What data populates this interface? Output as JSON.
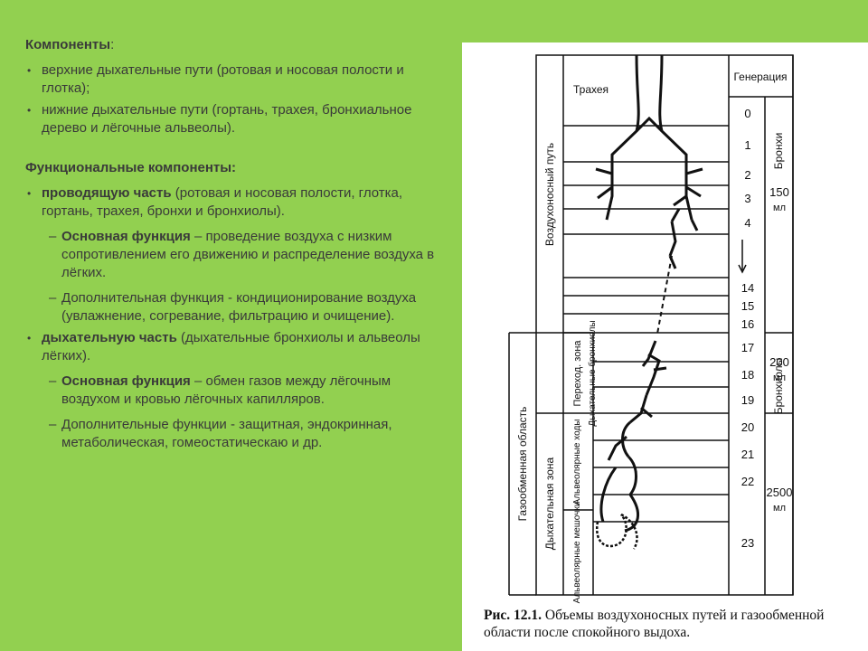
{
  "text": {
    "components_heading": "Компоненты",
    "components_colon": ":",
    "component_items": [
      "верхние дыхательные пути (ротовая и носовая полости и глотка);",
      "нижние дыхательные пути (гортань, трахея, бронхиальное дерево и лёгочные альвеолы)."
    ],
    "functional_heading": "Функциональные компоненты:",
    "conducting": {
      "title": "проводящую часть",
      "rest": " (ротовая и носовая полости, глотка, гортань, трахея, бронхи и бронхиолы).",
      "main_label": "Основная функция",
      "main_text": " – проведение воздуха с низким сопротивлением его движению и распределение воздуха в лёгких.",
      "extra_text": "Дополнительная функция - кондиционирование воздуха (увлажнение, согревание, фильтрацию и очищение)."
    },
    "respiratory": {
      "title": "дыхательную часть",
      "rest": " (дыхательные бронхиолы и альвеолы лёгких).",
      "main_label": "Основная функция",
      "main_text": " – обмен газов между лёгочным воздухом и кровью лёгочных капилляров.",
      "extra_text": "Дополнительные функции - защитная, эндокринная, метаболическая, гомеостатическаю и др."
    },
    "dash": "–"
  },
  "figure": {
    "trachea_label": "Трахея",
    "generation_header": "Генерация",
    "generations": [
      "0",
      "1",
      "2",
      "3",
      "4",
      "14",
      "15",
      "16",
      "17",
      "18",
      "19",
      "20",
      "21",
      "22",
      "23"
    ],
    "airway_label": "Воздухоносный путь",
    "gas_exchange_label": "Газообменная область",
    "transition_zone_label": "Переход. зона",
    "respiratory_zone_label": "Дыхательная зона",
    "resp_bronchioles_label": "Дыхательные бронхиолы",
    "alveolar_ducts_label": "Альвеолярные ходы",
    "alveolar_sacs_label": "Альвеолярные мешочки",
    "bronchi_label": "Бронхи",
    "bronchioles_label": "Бронхиолы",
    "volumes": [
      {
        "value": "150",
        "unit": "мл"
      },
      {
        "value": "200",
        "unit": "мл"
      },
      {
        "value": "2500",
        "unit": "мл"
      }
    ]
  },
  "caption": {
    "label": "Рис. 12.1.",
    "text": " Объемы воздухоносных путей и газообменной области после спокойного выдоха."
  },
  "colors": {
    "background": "#92d050",
    "text": "#3a3a3a",
    "figure_bg": "#ffffff",
    "ink": "#111111"
  }
}
